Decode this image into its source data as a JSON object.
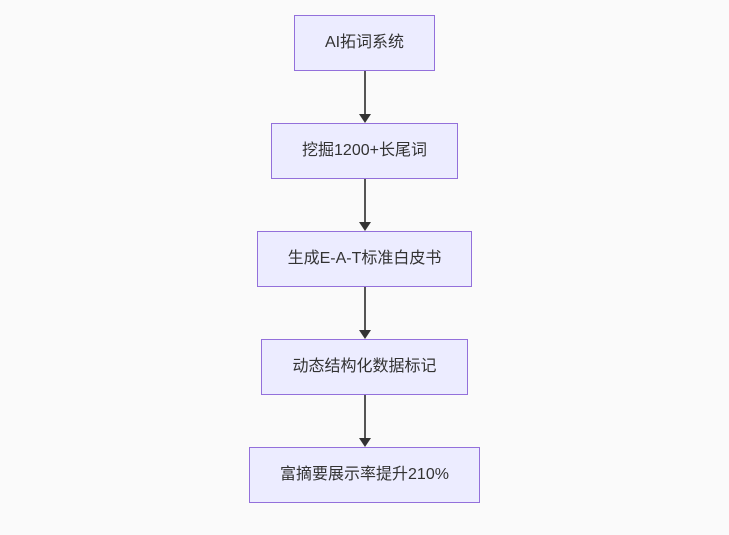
{
  "flowchart": {
    "type": "flowchart-vertical",
    "nodes": [
      {
        "label": "AI拓词系统"
      },
      {
        "label": "挖掘1200+长尾词"
      },
      {
        "label": "生成E-A-T标准白皮书"
      },
      {
        "label": "动态结构化数据标记"
      },
      {
        "label": "富摘要展示率提升210%"
      }
    ],
    "colors": {
      "node_fill": "#ececff",
      "node_border": "#9370db",
      "edge_line": "#555555",
      "edge_head": "#333333",
      "background": "#fafafa",
      "text": "#333333"
    }
  }
}
